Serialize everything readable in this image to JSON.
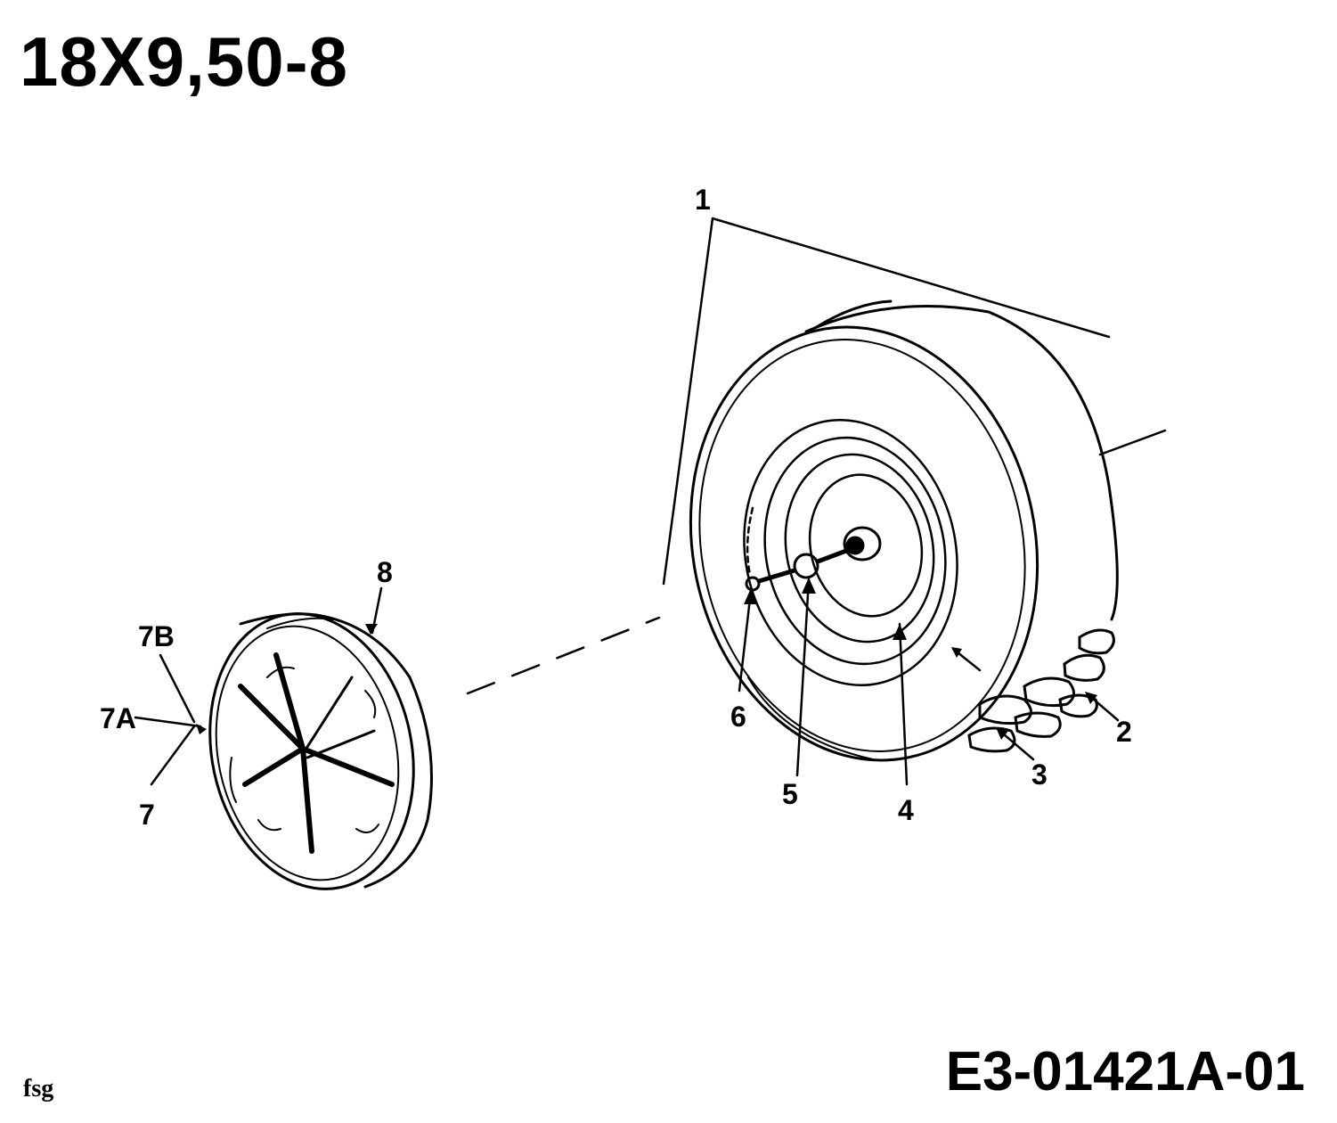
{
  "header": {
    "title": "18X9,50-8"
  },
  "footer": {
    "diagram_code": "E3-01421A-01",
    "author": "fsg"
  },
  "callouts": {
    "c1": "1",
    "c2": "2",
    "c3": "3",
    "c4": "4",
    "c5": "5",
    "c6": "6",
    "c7": "7",
    "c7A": "7A",
    "c7B": "7B",
    "c8": "8"
  }
}
